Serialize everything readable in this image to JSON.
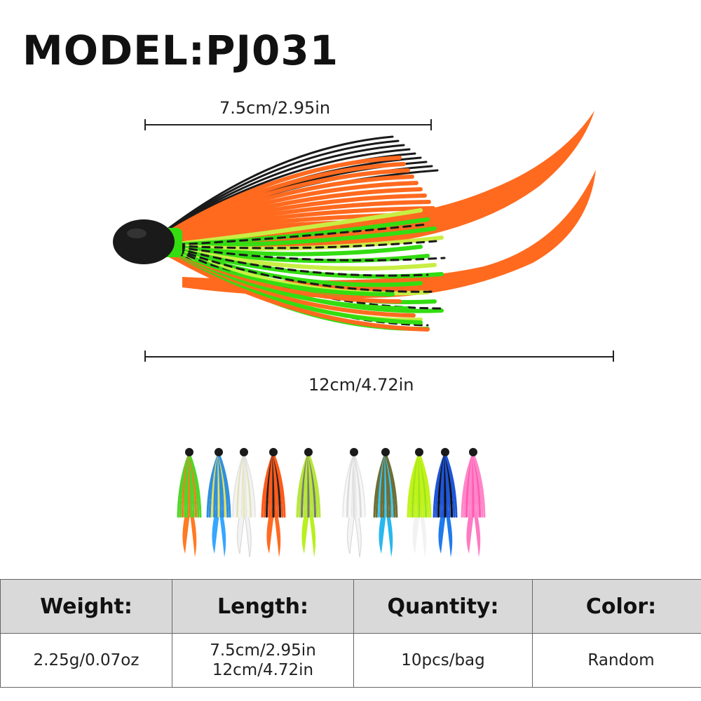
{
  "title": "MODEL:PJ031",
  "dimensions": {
    "skirt_length": "7.5cm/2.95in",
    "total_length": "12cm/4.72in"
  },
  "lure_colors": {
    "head": "#1a1a1a",
    "orange": "#ff6a1f",
    "green": "#33dd11",
    "black": "#1a1a1a",
    "yellow_green": "#c8ee44"
  },
  "variants": [
    {
      "icon": "lure-variant-icon",
      "skirt": "#4fd62a",
      "accent": "#ff7a22",
      "tail": "#ff7a22"
    },
    {
      "icon": "lure-variant-icon",
      "skirt": "#2f8fe0",
      "accent": "#e8e055",
      "tail": "#37a6ff"
    },
    {
      "icon": "lure-variant-icon",
      "skirt": "#f3f3f3",
      "accent": "#e8e8b0",
      "tail": "#f2f2f2"
    },
    {
      "icon": "lure-variant-icon",
      "skirt": "#ff5a1a",
      "accent": "#222222",
      "tail": "#ff6a22"
    },
    {
      "icon": "lure-variant-icon",
      "skirt": "#b6e63a",
      "accent": "#777777",
      "tail": "#b8f020"
    },
    {
      "icon": "lure-variant-icon",
      "skirt": "#f7f7f7",
      "accent": "#dddddd",
      "tail": "#f4f4f4"
    },
    {
      "icon": "lure-variant-icon",
      "skirt": "#6e6e35",
      "accent": "#38c8ff",
      "tail": "#29b8ee"
    },
    {
      "icon": "lure-variant-icon",
      "skirt": "#c2f21a",
      "accent": "#9be61c",
      "tail": "#f2f2f2"
    },
    {
      "icon": "lure-variant-icon",
      "skirt": "#1e55d8",
      "accent": "#111111",
      "tail": "#1f7aee"
    },
    {
      "icon": "lure-variant-icon",
      "skirt": "#ff86c8",
      "accent": "#ff5ab5",
      "tail": "#ff7ac2"
    }
  ],
  "specs": {
    "headers": [
      "Weight:",
      "Length:",
      "Quantity:",
      "Color:"
    ],
    "weight": "2.25g/0.07oz",
    "length_1": "7.5cm/2.95in",
    "length_2": "12cm/4.72in",
    "quantity": "10pcs/bag",
    "color": "Random"
  }
}
